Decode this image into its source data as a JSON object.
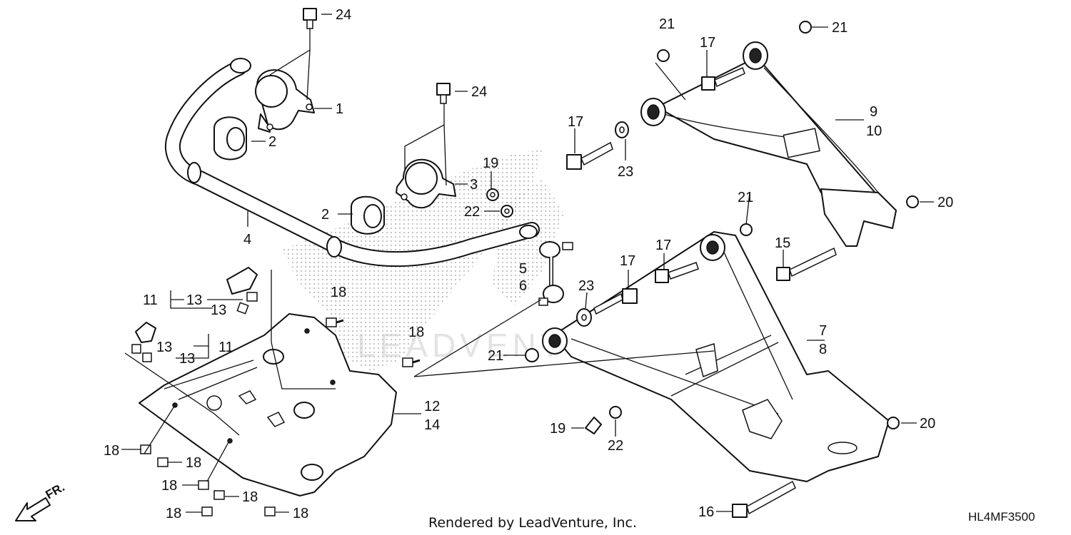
{
  "footer": {
    "rendered_by": "Rendered by LeadVenture, Inc.",
    "diagram_code": "HL4MF3500",
    "front_marker": "FR."
  },
  "callouts": {
    "c24a": "24",
    "c1": "1",
    "c2a": "2",
    "c4": "4",
    "c24b": "24",
    "c3": "3",
    "c2b": "2",
    "c19a": "19",
    "c22a": "22",
    "c5": "5",
    "c6": "6",
    "c11a": "11",
    "c13a": "13",
    "c13b": "13",
    "c11b": "11",
    "c13c": "13",
    "c13d": "13",
    "c18a": "18",
    "c18b": "18",
    "c12": "12",
    "c14": "14",
    "c18c": "18",
    "c18d": "18",
    "c18e": "18",
    "c18f": "18",
    "c18g": "18",
    "c18h": "18",
    "c21a": "21",
    "c17a": "17",
    "c21b": "21",
    "c17b": "17",
    "c23a": "23",
    "c9": "9",
    "c10": "10",
    "c20a": "20",
    "c21c": "21",
    "c15": "15",
    "c17c": "17",
    "c17d": "17",
    "c23b": "23",
    "c7": "7",
    "c8": "8",
    "c21d": "21",
    "c19b": "19",
    "c22b": "22",
    "c20b": "20",
    "c16": "16"
  },
  "colors": {
    "line": "#111111",
    "watermark": "#9a9a9a",
    "background": "#ffffff"
  }
}
